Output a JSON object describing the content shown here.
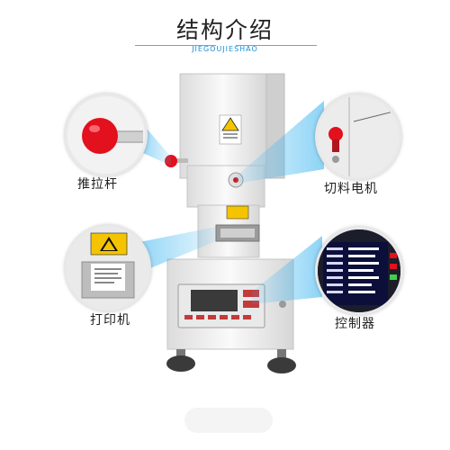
{
  "header": {
    "title": "结构介绍",
    "subtitle": "JIEGOUJIESHAO"
  },
  "labels": {
    "push_rod": "推拉杆",
    "cutting_motor": "切料电机",
    "printer": "打印机",
    "controller": "控制器"
  },
  "colors": {
    "accent": "#1a8fd6",
    "beam": "#3fb6f0",
    "knob": "#e3101e"
  },
  "icons": [
    "warning-icon",
    "hand-crush-warning-icon"
  ]
}
